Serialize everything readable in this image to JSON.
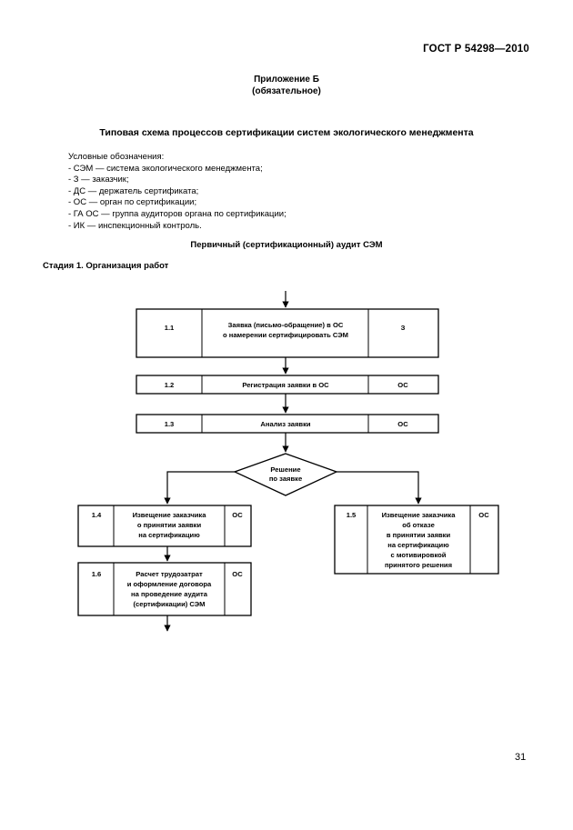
{
  "header": {
    "standard": "ГОСТ Р 54298—2010"
  },
  "annex": {
    "title": "Приложение Б",
    "type": "(обязательное)"
  },
  "document_title": "Типовая схема процессов сертификации систем экологического менеджмента",
  "legend": {
    "heading": "Условные обозначения:",
    "items": [
      "- СЭМ — система экологического менеджмента;",
      "- З — заказчик;",
      "- ДС — держатель сертификата;",
      "- ОС — орган по сертификации;",
      "- ГА ОС — группа аудиторов органа по сертификации;",
      "- ИК — инспекционный контроль."
    ]
  },
  "section_title": "Первичный (сертификационный) аудит СЭМ",
  "stage_title": "Стадия 1. Организация работ",
  "flowchart": {
    "steps": [
      {
        "id": "1.1",
        "lines": [
          "Заявка (письмо-обращение) в ОС",
          "о намерении сертифицировать СЭМ"
        ],
        "actor": "З"
      },
      {
        "id": "1.2",
        "lines": [
          "Регистрация заявки в ОС"
        ],
        "actor": "ОС"
      },
      {
        "id": "1.3",
        "lines": [
          "Анализ заявки"
        ],
        "actor": "ОС"
      },
      {
        "id": "1.4",
        "lines": [
          "Извещение заказчика",
          "о принятии заявки",
          "на сертификацию"
        ],
        "actor": "ОС"
      },
      {
        "id": "1.5",
        "lines": [
          "Извещение заказчика",
          "об отказе",
          "в принятии заявки",
          "на сертификацию",
          "с мотивировкой",
          "принятого решения"
        ],
        "actor": "ОС"
      },
      {
        "id": "1.6",
        "lines": [
          "Расчет трудозатрат",
          "и оформление договора",
          "на проведение аудита",
          "(сертификации) СЭМ"
        ],
        "actor": "ОС"
      }
    ],
    "decision": {
      "lines": [
        "Решение",
        "по заявке"
      ]
    }
  },
  "page_number": "31"
}
